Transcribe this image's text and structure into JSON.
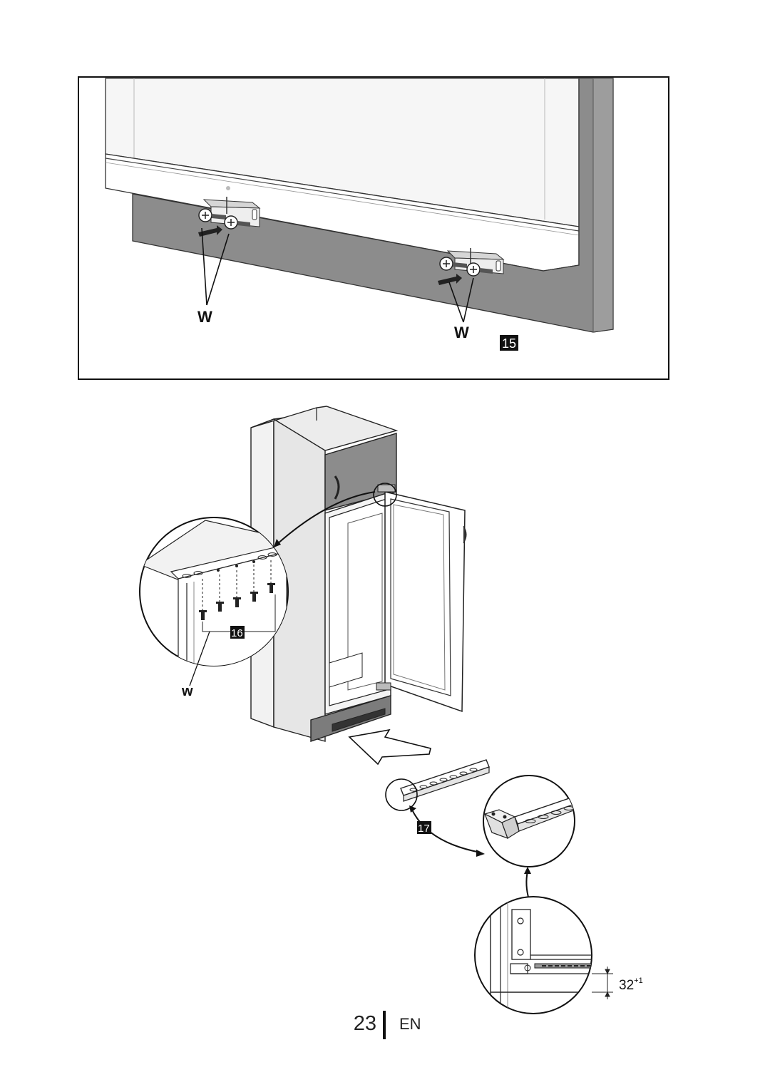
{
  "figure15": {
    "number": "15",
    "label_left": "W",
    "label_right": "W"
  },
  "figure16": {
    "number": "16",
    "label": "w"
  },
  "figure17": {
    "number": "17",
    "dimension_value": "32",
    "dimension_tolerance": "+1"
  },
  "footer": {
    "page_number": "23",
    "language": "EN"
  },
  "colors": {
    "panel_gray": "#8c8c8c",
    "side_gray": "#9a9a9a",
    "cabinet_white": "#f7f7f7",
    "line": "#111111",
    "badge_bg": "#111111"
  }
}
